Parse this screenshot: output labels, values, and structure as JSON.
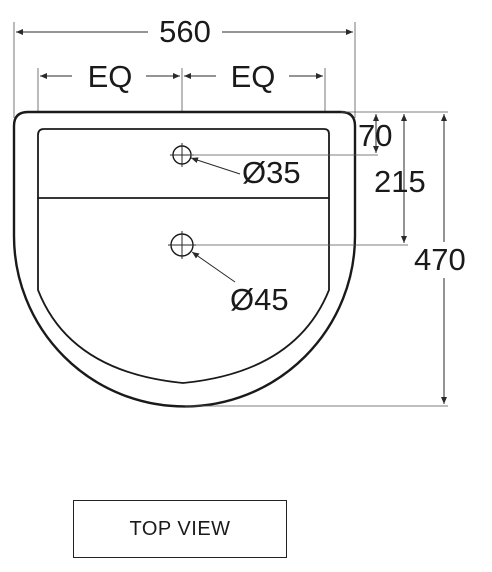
{
  "dimensions": {
    "overall_width": "560",
    "eq_left": "EQ",
    "eq_right": "EQ",
    "offset_70": "70",
    "depth_215": "215",
    "depth_470": "470",
    "tap_hole": "Ø35",
    "waste_hole": "Ø45"
  },
  "view_label": "TOP VIEW"
}
